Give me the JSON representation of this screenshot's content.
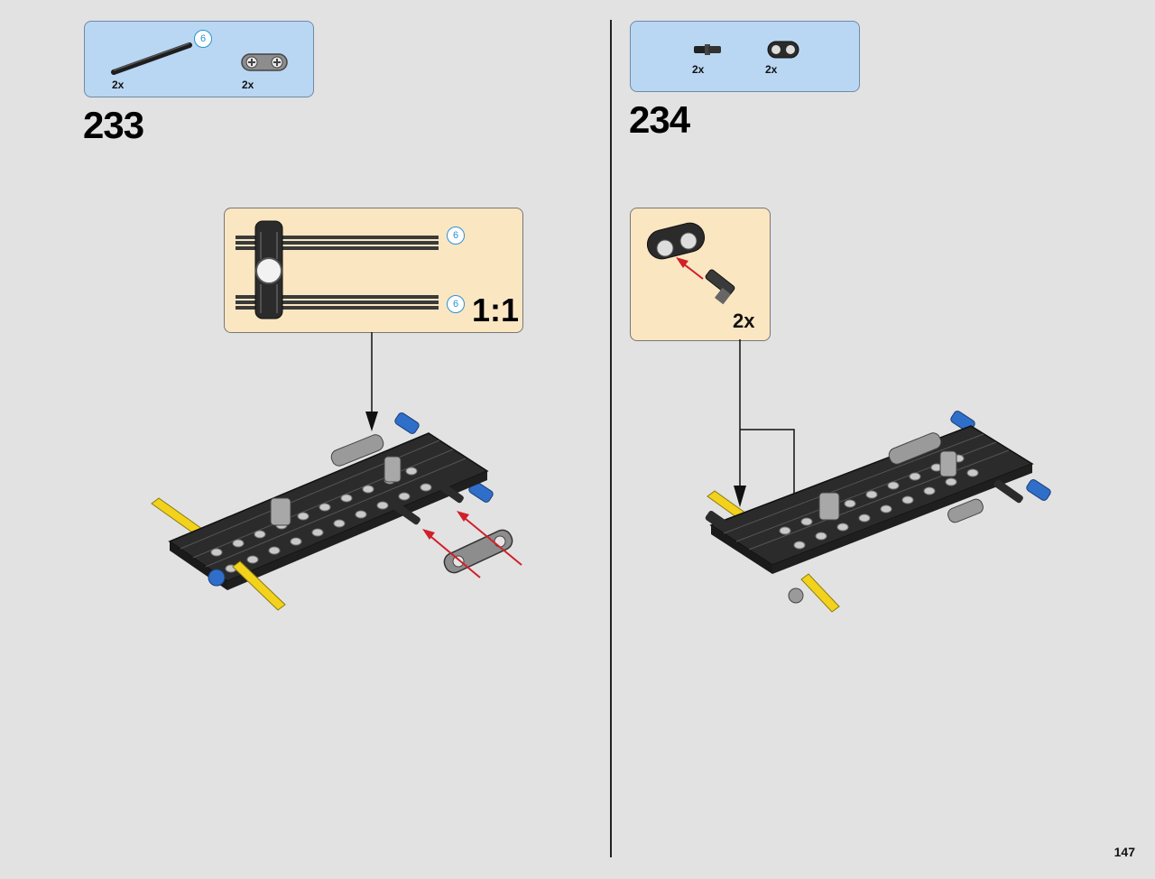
{
  "page": {
    "number": "147"
  },
  "steps": [
    {
      "number": "233",
      "parts": [
        {
          "icon": "axle-part-icon",
          "qty": "2x",
          "length": "6"
        },
        {
          "icon": "connector-part-icon",
          "qty": "2x"
        }
      ],
      "callout": {
        "lengths": [
          "6",
          "6"
        ],
        "scale": "1:1"
      }
    },
    {
      "number": "234",
      "parts": [
        {
          "icon": "pin-part-icon",
          "qty": "2x"
        },
        {
          "icon": "beam-part-icon",
          "qty": "2x"
        }
      ],
      "callout": {
        "qty": "2x"
      }
    }
  ],
  "colors": {
    "parts_box": "#b9d7f3",
    "callout": "#fbe6c2",
    "length_badge": "#2a93d1",
    "arrow_red": "#d0202a",
    "beam_black": "#2b2b2b",
    "axle_yellow": "#f2d21c",
    "pin_blue": "#2f6fc9"
  }
}
